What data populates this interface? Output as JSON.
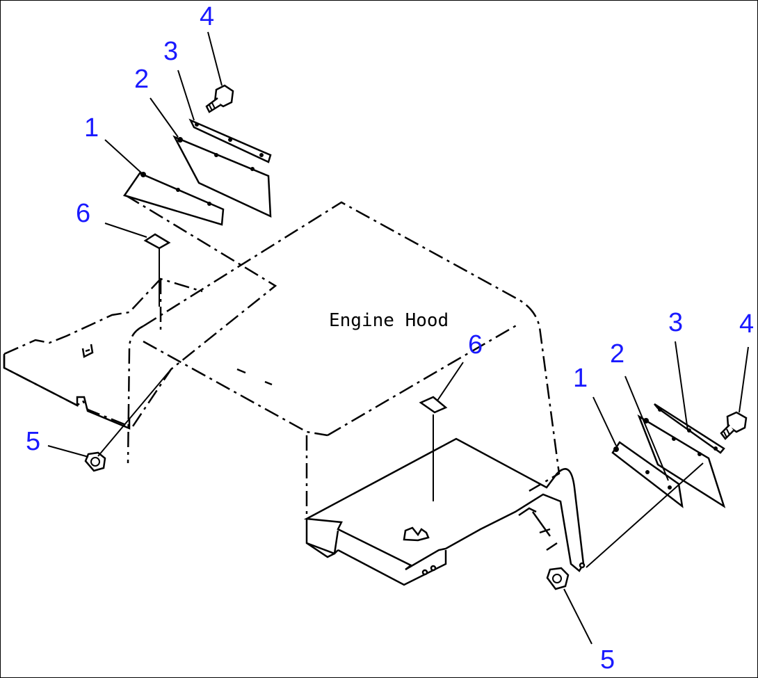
{
  "diagram": {
    "hood_label": "Engine Hood",
    "left_group": {
      "callouts": [
        "1",
        "2",
        "3",
        "4",
        "5",
        "6"
      ]
    },
    "right_group": {
      "callouts": [
        "1",
        "2",
        "3",
        "4",
        "5",
        "6"
      ]
    },
    "colors": {
      "callout": "#1a1aff",
      "line": "#000000",
      "background": "#ffffff"
    }
  }
}
